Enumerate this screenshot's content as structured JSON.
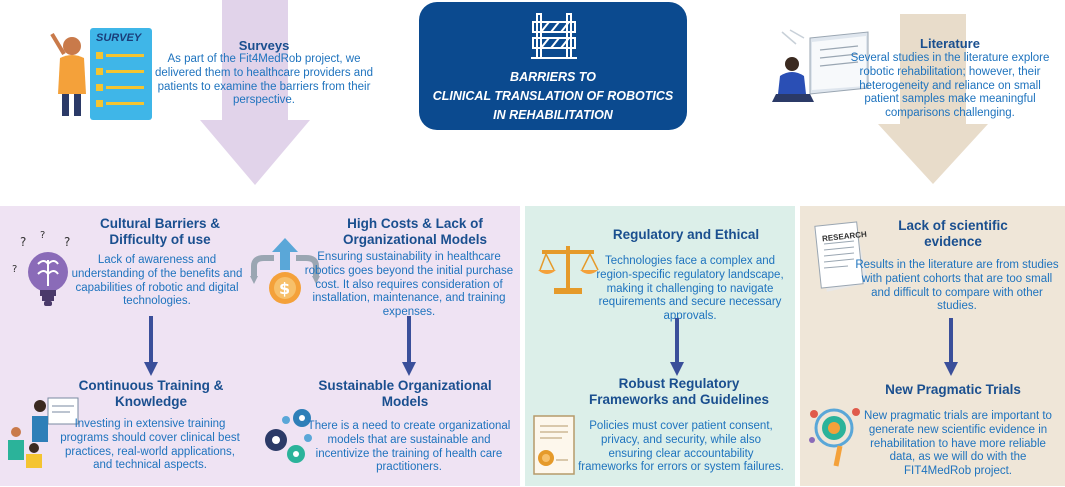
{
  "center": {
    "line1": "BARRIERS TO",
    "line2": "CLINICAL TRANSLATION OF ROBOTICS",
    "line3": "IN REHABILITATION",
    "icon": "barrier-icon"
  },
  "surveys": {
    "title": "Surveys",
    "text": "As part of the Fit4MedRob project, we delivered them to healthcare providers and patients to examine the barriers from their perspective.",
    "survey_label": "SURVEY"
  },
  "literature": {
    "title": "Literature",
    "text": "Several studies in the literature explore robotic rehabilitation; however, their heterogeneity and reliance on small patient samples make meaningful comparisons challenging."
  },
  "cultural": {
    "title_line1": "Cultural Barriers &",
    "title_line2": "Difficulty of use",
    "text": "Lack of awareness and understanding of the benefits and capabilities of robotic and digital technologies."
  },
  "training": {
    "title_line1": "Continuous Training &",
    "title_line2": "Knowledge",
    "text": "Investing in extensive training programs should cover clinical best practices, real-world applications, and technical aspects."
  },
  "costs": {
    "title_line1": "High Costs & Lack of",
    "title_line2": "Organizational Models",
    "text": "Ensuring sustainability in healthcare robotics goes beyond the initial purchase cost. It also requires consideration of installation, maintenance, and training expenses."
  },
  "sustainable": {
    "title_line1": "Sustainable Organizational",
    "title_line2": "Models",
    "text": "There is a need to create organizational models that are sustainable and incentivize the training of health care practitioners."
  },
  "regulatory": {
    "title": "Regulatory and Ethical",
    "text": "Technologies face a complex and region-specific regulatory landscape, making it challenging to navigate requirements and secure necessary approvals."
  },
  "frameworks": {
    "title_line1": "Robust Regulatory",
    "title_line2": "Frameworks and Guidelines",
    "text": "Policies must cover patient consent, privacy, and security, while also ensuring clear accountability frameworks for errors or system failures."
  },
  "lack": {
    "title_line1": "Lack of scientific",
    "title_line2": "evidence",
    "text": "Results in the literature are from studies with patient cohorts that are too small and difficult to compare with other studies.",
    "research_label": "RESEARCH"
  },
  "pragmatic": {
    "title": "New Pragmatic Trials",
    "text": "New pragmatic trials are important to generate new scientific evidence in rehabilitation to have more reliable data, as we will do with the FIT4MedRob project."
  },
  "colors": {
    "navy": "#0b4a8f",
    "title_blue": "#1a4f8f",
    "text_blue": "#1e73be",
    "purple_panel": "#efe3f3",
    "green_panel": "#dcefe9",
    "beige_panel": "#efe6d8"
  }
}
